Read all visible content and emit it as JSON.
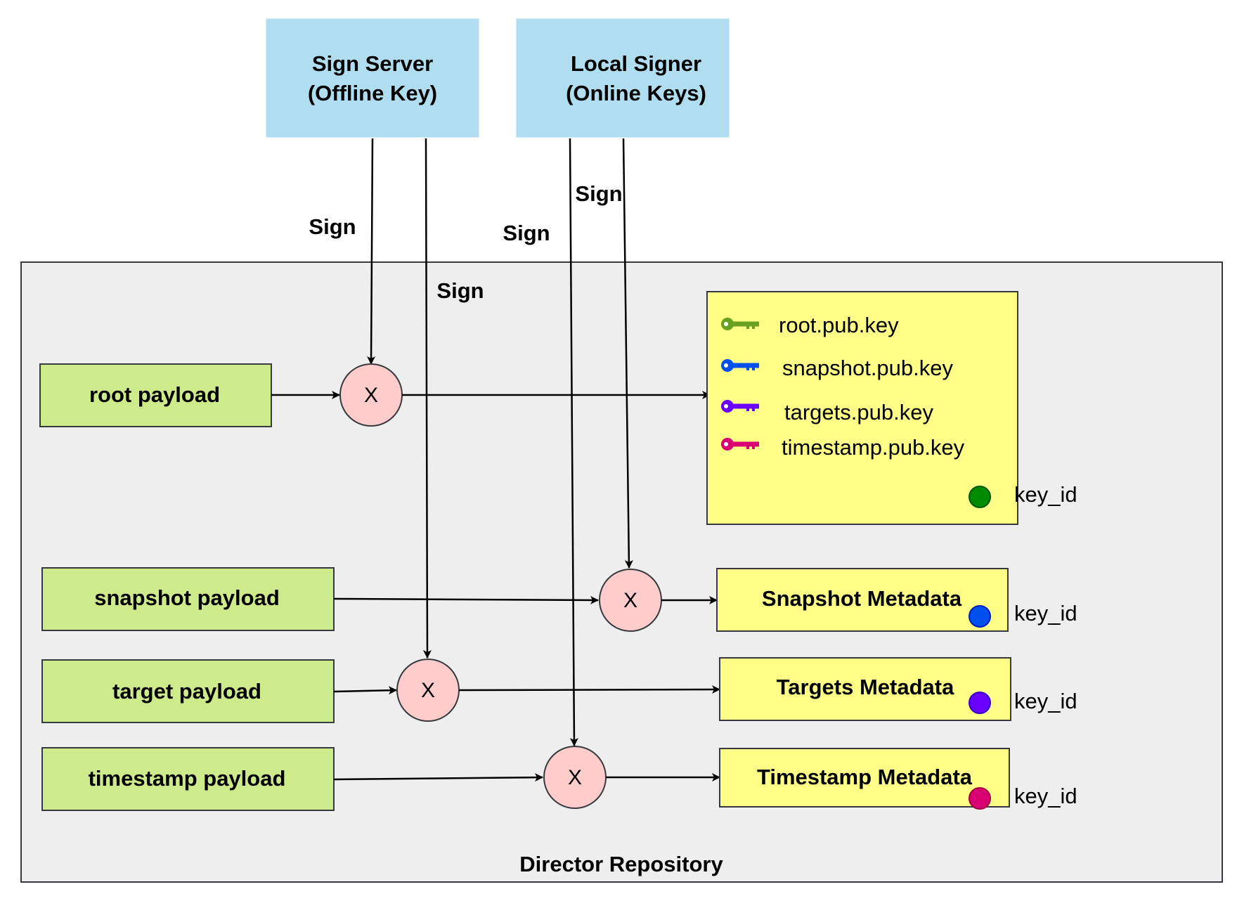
{
  "signers": {
    "sign_server": {
      "line1": "Sign Server",
      "line2": "(Offline Key)"
    },
    "local_signer": {
      "line1": "Local Signer",
      "line2": "(Online Keys)"
    }
  },
  "edge_labels": {
    "sign_root": "Sign",
    "sign_targets": "Sign",
    "sign_timestamp": "Sign",
    "sign_snapshot": "Sign"
  },
  "repository": {
    "label": "Director Repository"
  },
  "payloads": {
    "root": "root payload",
    "snapshot": "snapshot payload",
    "target": "target payload",
    "timestamp": "timestamp payload"
  },
  "sign_operator": "X",
  "root_metadata": {
    "keys": [
      {
        "label": "root.pub.key",
        "icon": "key-icon",
        "color": "#6aa121"
      },
      {
        "label": "snapshot.pub.key",
        "icon": "key-icon",
        "color": "#0050ef"
      },
      {
        "label": "targets.pub.key",
        "icon": "key-icon",
        "color": "#6a00ff"
      },
      {
        "label": "timestamp.pub.key",
        "icon": "key-icon",
        "color": "#d80073"
      }
    ],
    "key_id_label": "key_id",
    "key_id_color": "#008a00"
  },
  "metadata": {
    "snapshot": {
      "label": "Snapshot Metadata",
      "key_id_label": "key_id",
      "color": "#0050ef"
    },
    "targets": {
      "label": "Targets Metadata",
      "key_id_label": "key_id",
      "color": "#6a00ff"
    },
    "timestamp": {
      "label": "Timestamp Metadata",
      "key_id_label": "key_id",
      "color": "#d80073"
    }
  },
  "colors": {
    "signer_fill": "#b1ddf0",
    "payload_fill": "#cdeb8b",
    "sign_node_fill": "#ffcccc",
    "metadata_fill": "#ffff88",
    "repository_fill": "#eeeeee"
  }
}
